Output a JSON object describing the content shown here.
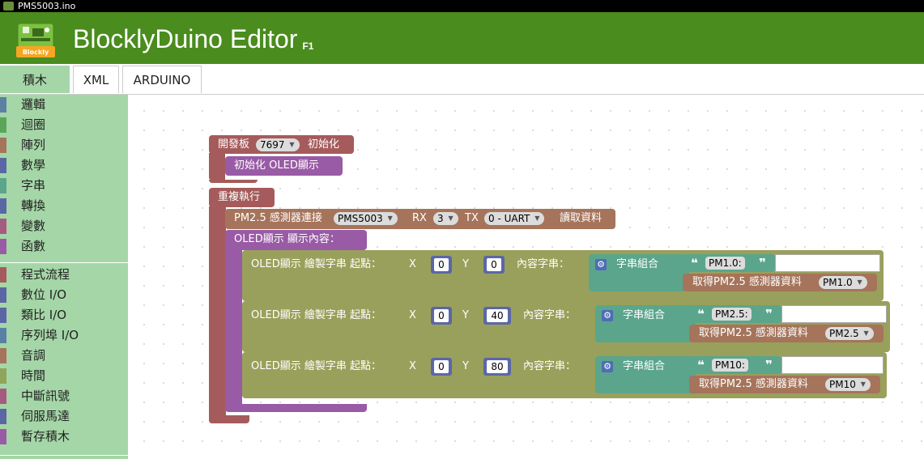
{
  "window": {
    "title": "PMS5003.ino"
  },
  "header": {
    "title": "BlocklyDuino Editor",
    "shortcut": "F1",
    "logo_text": "Blockly"
  },
  "tabs": [
    {
      "label": "積木",
      "active": true
    },
    {
      "label": "XML",
      "active": false
    },
    {
      "label": "ARDUINO",
      "active": false
    }
  ],
  "sidebar": {
    "group1": [
      {
        "label": "邏輯",
        "color": "#5b80a5"
      },
      {
        "label": "迴圈",
        "color": "#5ba55b"
      },
      {
        "label": "陣列",
        "color": "#a5745b"
      },
      {
        "label": "數學",
        "color": "#5b67a5"
      },
      {
        "label": "字串",
        "color": "#5ba58c"
      },
      {
        "label": "轉換",
        "color": "#5b67a5"
      },
      {
        "label": "變數",
        "color": "#a55b80"
      },
      {
        "label": "函數",
        "color": "#995ba5"
      }
    ],
    "group2": [
      {
        "label": "程式流程",
        "color": "#a55b5b"
      },
      {
        "label": "數位 I/O",
        "color": "#5b67a5"
      },
      {
        "label": "類比 I/O",
        "color": "#5b67a5"
      },
      {
        "label": "序列埠 I/O",
        "color": "#5b80a5"
      },
      {
        "label": "音調",
        "color": "#a5745b"
      },
      {
        "label": "時間",
        "color": "#8fa55b"
      },
      {
        "label": "中斷訊號",
        "color": "#a55b80"
      },
      {
        "label": "伺服馬達",
        "color": "#5b67a5"
      },
      {
        "label": "暫存積木",
        "color": "#995ba5"
      }
    ]
  },
  "blocks": {
    "board": {
      "label": "開發板",
      "value": "7697",
      "suffix": "初始化"
    },
    "oled_init": {
      "label": "初始化  OLED顯示"
    },
    "loop": {
      "label": "重複執行"
    },
    "pms": {
      "label": "PM2.5 感測器連接",
      "sensor": "PMS5003",
      "rx_label": "RX",
      "rx": "3",
      "tx_label": "TX",
      "tx": "0 - UART",
      "suffix": "讀取資料"
    },
    "oled_show": {
      "label": "OLED顯示  顯示內容："
    },
    "rows": [
      {
        "label": "OLED顯示  繪製字串 起點：",
        "x_label": "X",
        "x": "0",
        "y_label": "Y",
        "y": "0",
        "content": "內容字串：",
        "join": "字串組合",
        "text": "PM1.0:",
        "read": "取得PM2.5 感測器資料",
        "field": "PM1.0"
      },
      {
        "label": "OLED顯示  繪製字串 起點：",
        "x_label": "X",
        "x": "0",
        "y_label": "Y",
        "y": "40",
        "content": "內容字串：",
        "join": "字串組合",
        "text": "PM2.5:",
        "read": "取得PM2.5 感測器資料",
        "field": "PM2.5"
      },
      {
        "label": "OLED顯示  繪製字串 起點：",
        "x_label": "X",
        "x": "0",
        "y_label": "Y",
        "y": "80",
        "content": "內容字串：",
        "join": "字串組合",
        "text": "PM10:",
        "read": "取得PM2.5 感測器資料",
        "field": "PM10"
      }
    ]
  },
  "colors": {
    "header": "#4a8c1e",
    "sidebar": "#a5d6a7",
    "board_block": "#a55b5b",
    "oled_block": "#995ba5",
    "pms_block": "#a5745b",
    "draw_block": "#99a05b",
    "string_block": "#5ba58c",
    "math_block": "#5b67a5"
  }
}
